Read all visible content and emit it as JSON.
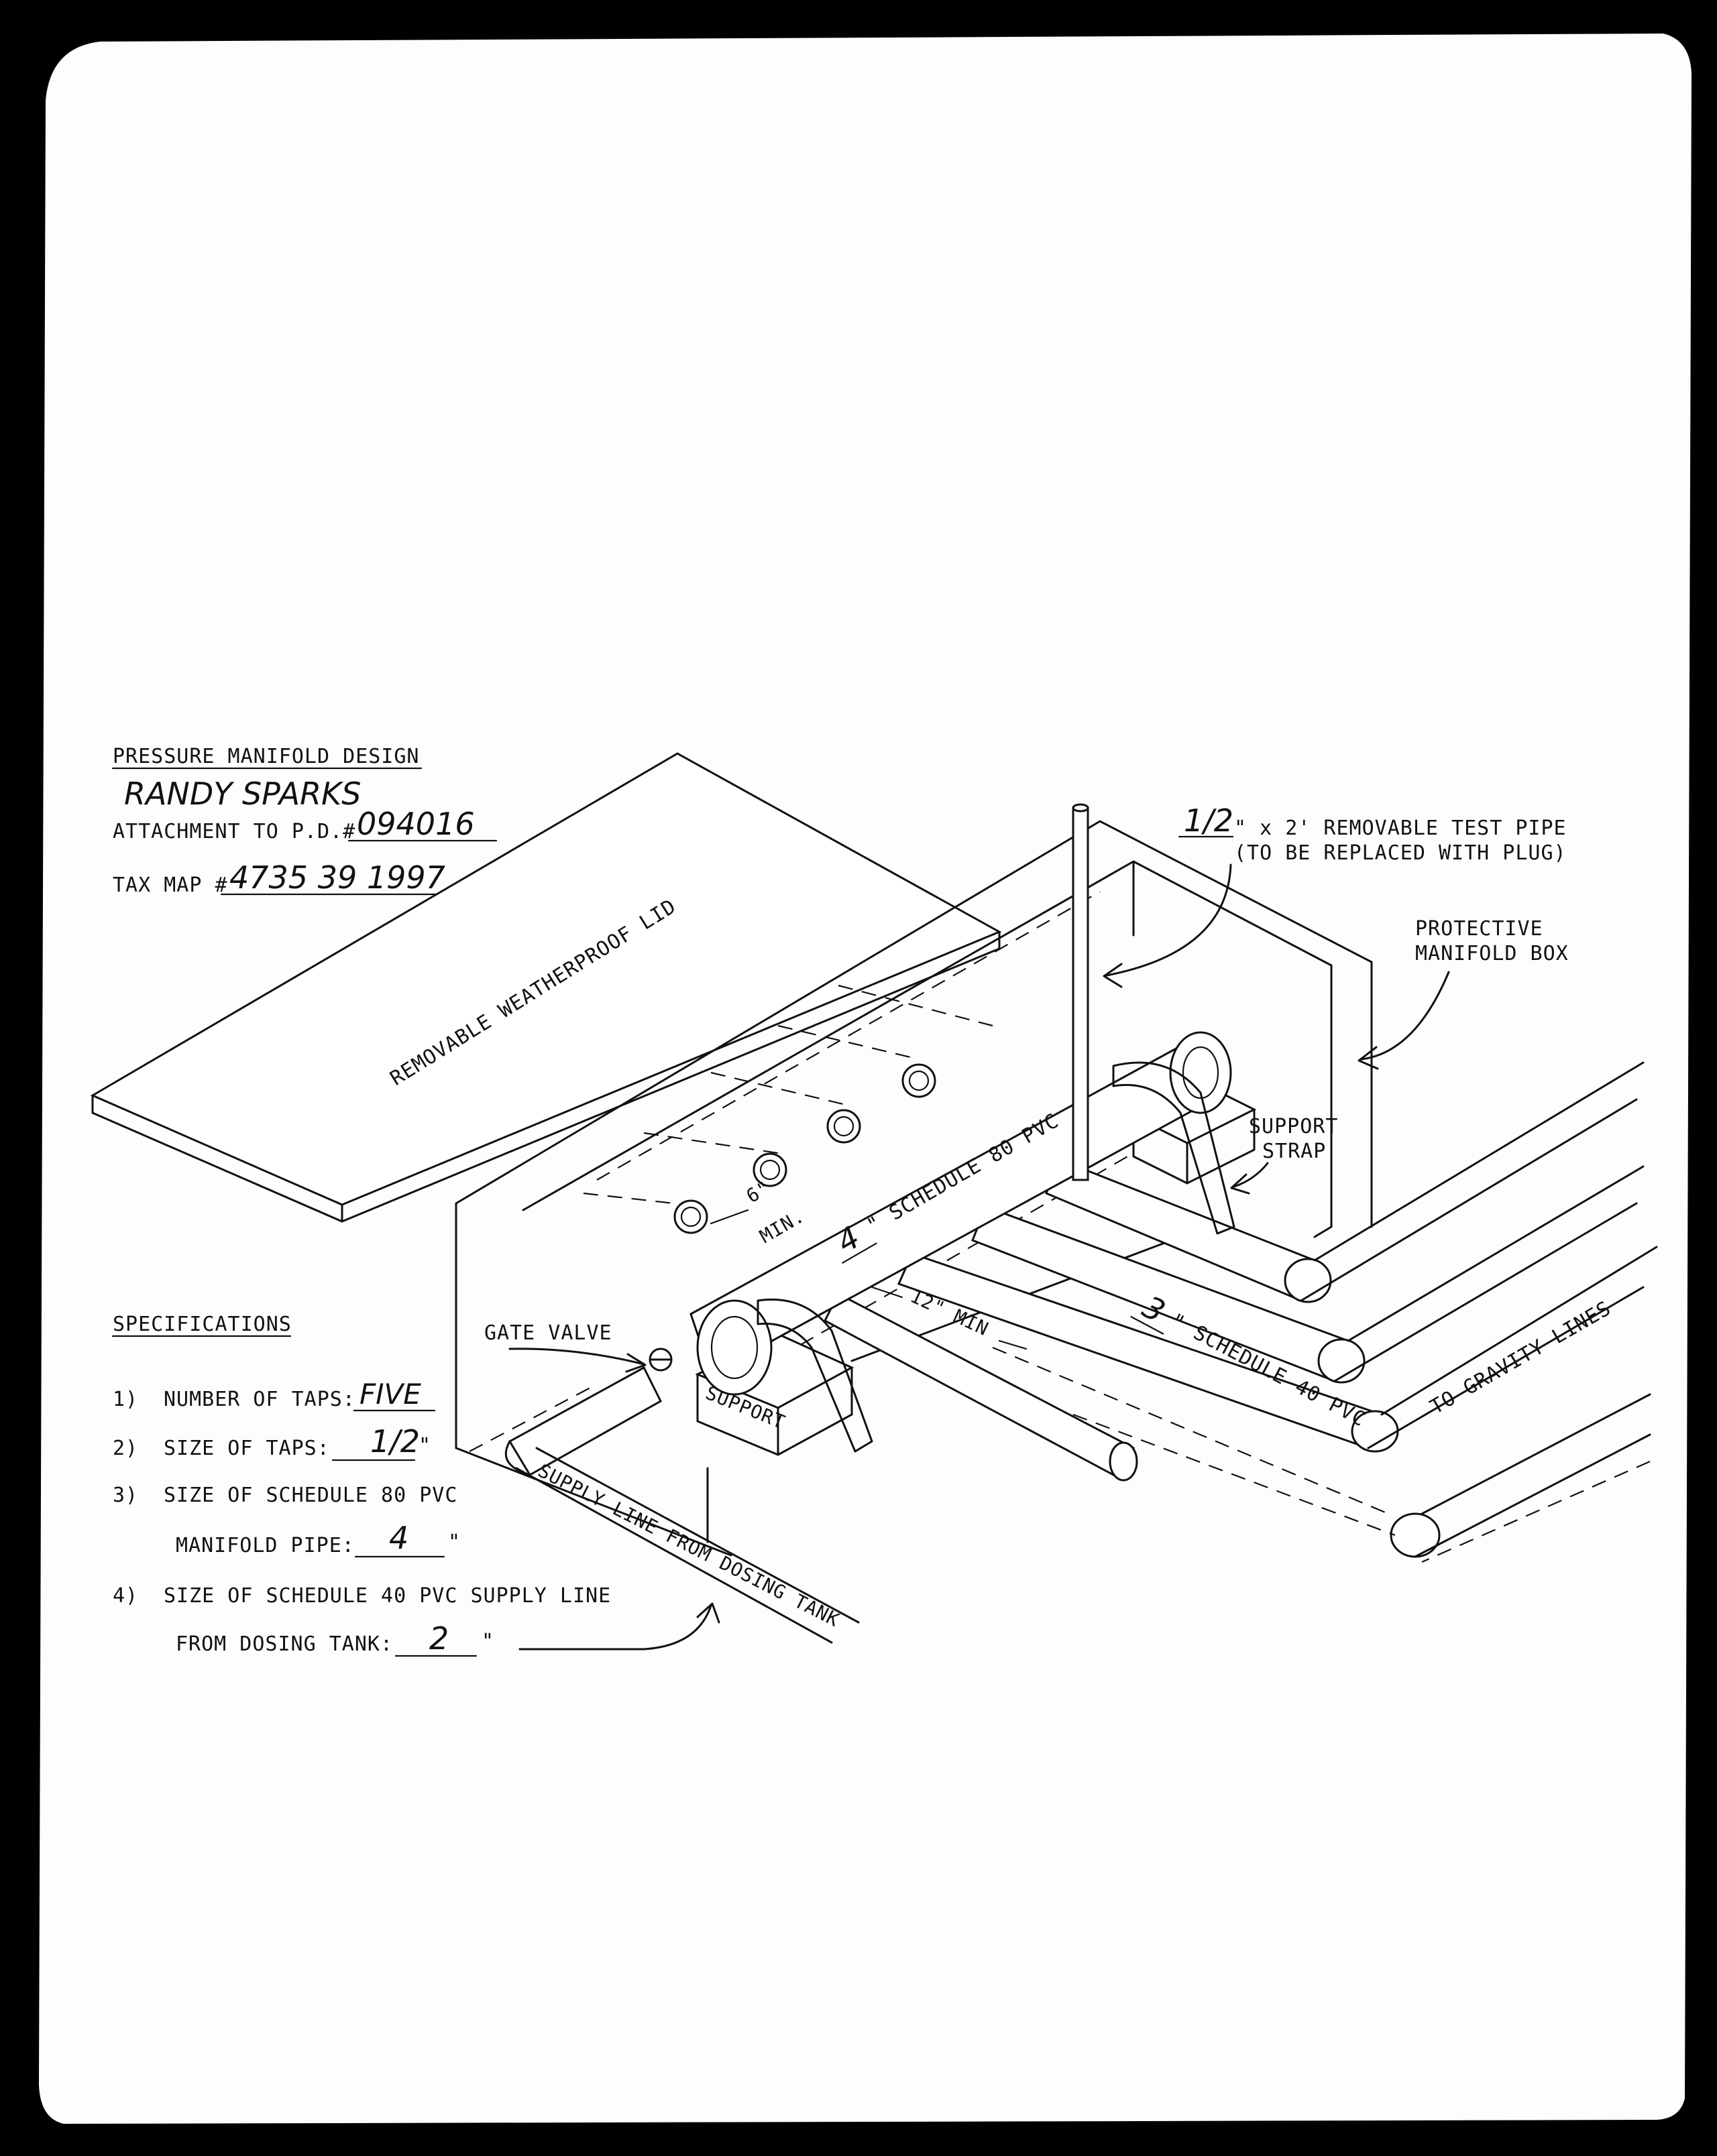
{
  "header": {
    "title": "PRESSURE MANIFOLD DESIGN",
    "owner_name": "RANDY SPARKS",
    "attachment_label": "ATTACHMENT TO P.D.#",
    "attachment_value": "094016",
    "tax_map_label": "TAX MAP #",
    "tax_map_value": "4735 39 1997"
  },
  "specifications": {
    "heading": "SPECIFICATIONS",
    "items": [
      {
        "num": "1)",
        "label": "NUMBER OF TAPS:",
        "value": "FIVE",
        "unit": ""
      },
      {
        "num": "2)",
        "label": "SIZE OF TAPS:",
        "value": "1/2",
        "unit": "\""
      },
      {
        "num": "3)",
        "label": "SIZE OF SCHEDULE 80 PVC",
        "label2": "MANIFOLD PIPE:",
        "value": "4",
        "unit": "\""
      },
      {
        "num": "4)",
        "label": "SIZE OF SCHEDULE 40 PVC SUPPLY LINE",
        "label2": "FROM DOSING TANK:",
        "value": "2",
        "unit": "\""
      }
    ]
  },
  "diagram": {
    "lid_label": "REMOVABLE WEATHERPROOF LID",
    "test_pipe_size": "1/2",
    "test_pipe_label": "\" x 2' REMOVABLE TEST PIPE",
    "test_pipe_note": "(TO BE REPLACED WITH PLUG)",
    "box_label_1": "PROTECTIVE",
    "box_label_2": "MANIFOLD BOX",
    "strap_label_1": "SUPPORT",
    "strap_label_2": "STRAP",
    "manifold_size": "4",
    "manifold_label": "\" SCHEDULE 80 PVC",
    "tap_spacing_1": "6\"",
    "tap_spacing_2": "MIN.",
    "lateral_spacing": "12\" MIN",
    "lateral_size": "3",
    "lateral_label": "\" SCHEDULE 40 PVC",
    "gravity_label": "TO GRAVITY LINES",
    "gate_valve_label": "GATE VALVE",
    "support_label": "SUPPORT",
    "supply_label": "SUPPLY LINE FROM DOSING TANK"
  }
}
